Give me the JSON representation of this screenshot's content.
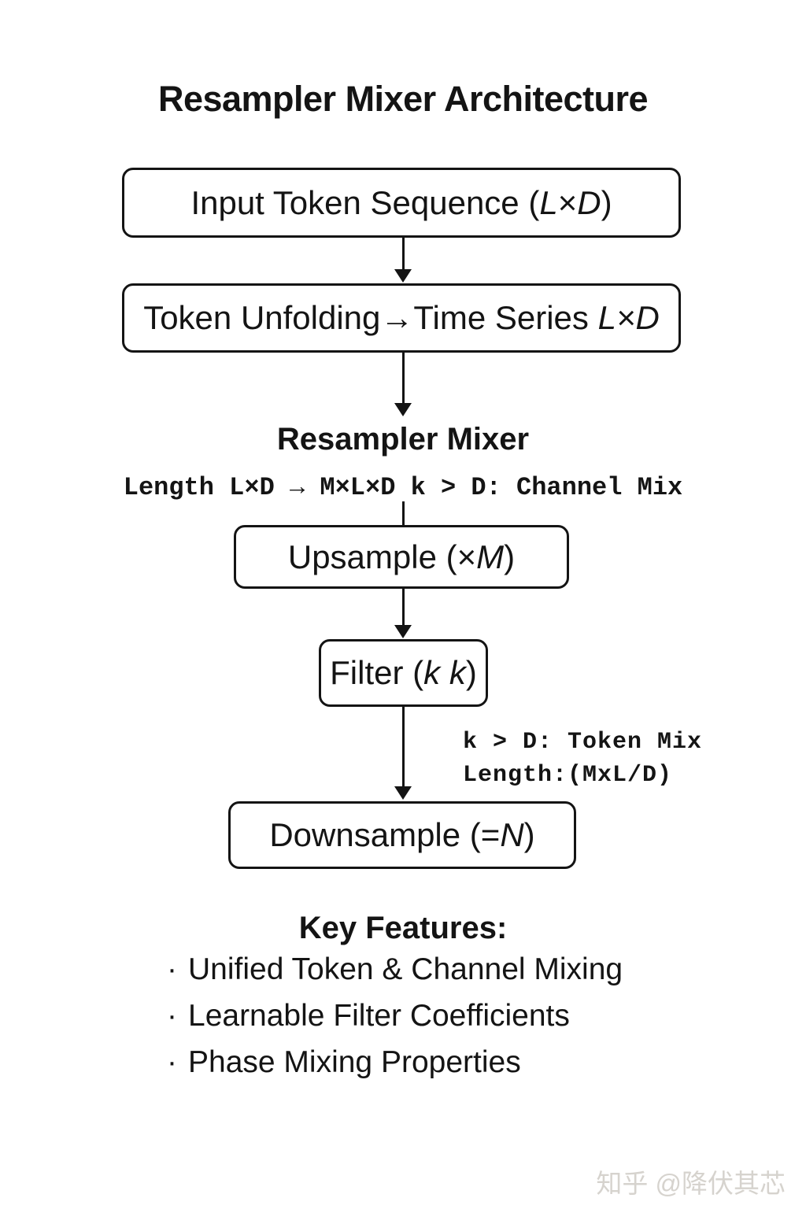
{
  "title": "Resampler Mixer Architecture",
  "flow": {
    "input_box": {
      "segments": [
        {
          "t": "Input Token Sequence ("
        },
        {
          "t": "L",
          "i": true
        },
        {
          "t": "×"
        },
        {
          "t": "D",
          "i": true
        },
        {
          "t": ")"
        }
      ]
    },
    "unfold_box": {
      "segments": [
        {
          "t": "Token Unfolding→Time Series "
        },
        {
          "t": "L×D",
          "i": true
        }
      ]
    },
    "mixer_heading": "Resampler Mixer",
    "mixer_annotation": "Length L×D → M×L×D k > D: Channel Mix",
    "upsample_box": {
      "segments": [
        {
          "t": "Upsample (×"
        },
        {
          "t": "M",
          "i": true
        },
        {
          "t": ")"
        }
      ]
    },
    "filter_box": {
      "segments": [
        {
          "t": "Filter ("
        },
        {
          "t": "k",
          "i": true
        },
        {
          "t": " "
        },
        {
          "t": "k",
          "i": true
        },
        {
          "t": ")"
        }
      ]
    },
    "filter_out_annotation": {
      "line1": "k > D: Token Mix",
      "line2": "Length:(MxL/D)"
    },
    "downsample_box": {
      "segments": [
        {
          "t": "Downsample (="
        },
        {
          "t": "N",
          "i": true
        },
        {
          "t": ")"
        }
      ]
    }
  },
  "key_features": {
    "heading": "Key Features:",
    "bullet": "·",
    "items": [
      "Unified Token & Channel Mixing",
      "Learnable Filter Coefficients",
      "Phase Mixing Properties"
    ]
  },
  "watermark": "知乎 @降伏其芯",
  "colors": {
    "ink": "#141414",
    "background": "#ffffff",
    "watermark_gray": "#d6d3ce"
  }
}
